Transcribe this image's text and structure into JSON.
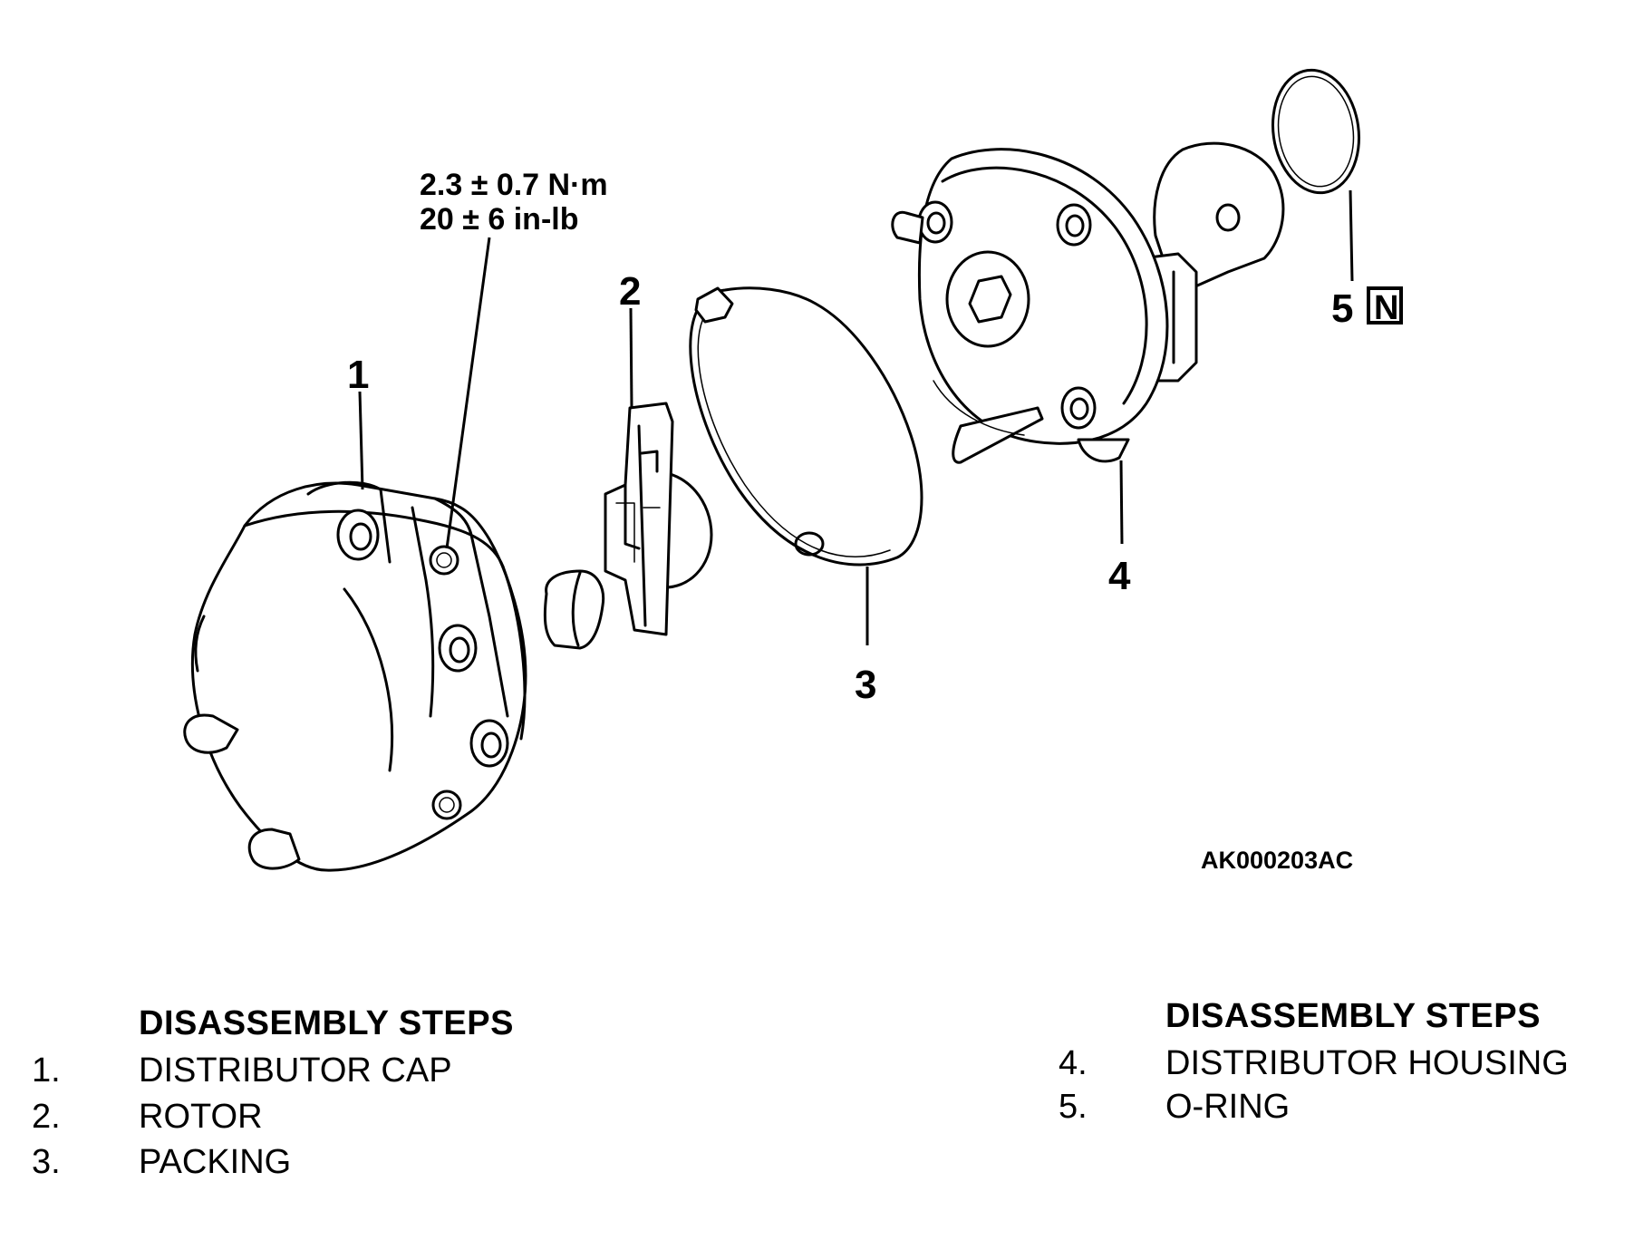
{
  "figure": {
    "torque_spec": [
      "2.3 ± 0.7  N·m",
      "20 ± 6 in-lb"
    ],
    "figure_id": "AK000203AC",
    "new_part_mark": "N",
    "callouts": [
      {
        "number": "1"
      },
      {
        "number": "2"
      },
      {
        "number": "3"
      },
      {
        "number": "4"
      },
      {
        "number": "5"
      }
    ]
  },
  "steps_left": {
    "title": "DISASSEMBLY STEPS",
    "items": [
      {
        "num": "1.",
        "label": "DISTRIBUTOR CAP"
      },
      {
        "num": "2.",
        "label": "ROTOR"
      },
      {
        "num": "3.",
        "label": "PACKING"
      }
    ]
  },
  "steps_right": {
    "title": "DISASSEMBLY STEPS",
    "items": [
      {
        "num": "4.",
        "label": "DISTRIBUTOR HOUSING"
      },
      {
        "num": "5.",
        "label": "O-RING"
      }
    ]
  },
  "colors": {
    "ink": "#000000",
    "paper": "#ffffff"
  }
}
